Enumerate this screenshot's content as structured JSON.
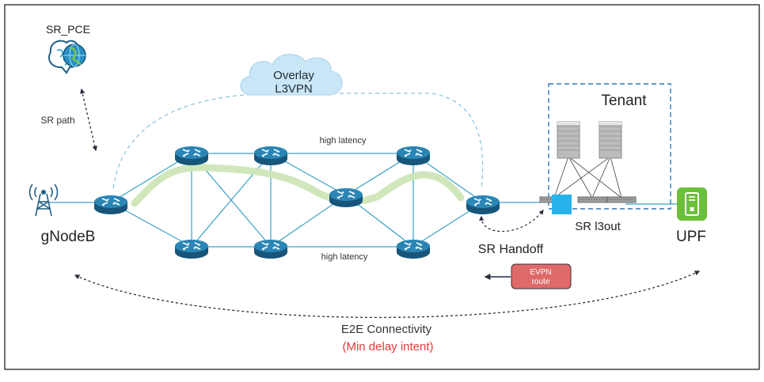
{
  "pce": {
    "label": "SR_PCE",
    "icon": "brain-globe-icon"
  },
  "sr_path": {
    "label": "SR path"
  },
  "overlay": {
    "line1": "Overlay",
    "line2": "L3VPN"
  },
  "tenant": {
    "label": "Tenant"
  },
  "gnodeb": {
    "label": "gNodeB",
    "icon": "cell-tower-icon"
  },
  "upf": {
    "label": "UPF",
    "icon": "upf-server-icon"
  },
  "links": {
    "top_latency": "high latency",
    "bottom_latency": "high latency"
  },
  "handoff": {
    "label": "SR Handoff"
  },
  "l3out": {
    "label": "SR l3out"
  },
  "evpn": {
    "line1": "EVPN",
    "line2": "route"
  },
  "e2e": {
    "line1": "E2E Connectivity",
    "line2": "(Min delay intent)"
  },
  "colors": {
    "router": "#1f6f98",
    "link": "#3aa0c8",
    "sr_path": "#cde6b8",
    "tenant_border": "#2e78c2",
    "evpn_fill": "#e06a6a",
    "intent_red": "#e53a3a",
    "upf_green": "#6cbf3a",
    "l3out_box": "#27b3ea"
  }
}
